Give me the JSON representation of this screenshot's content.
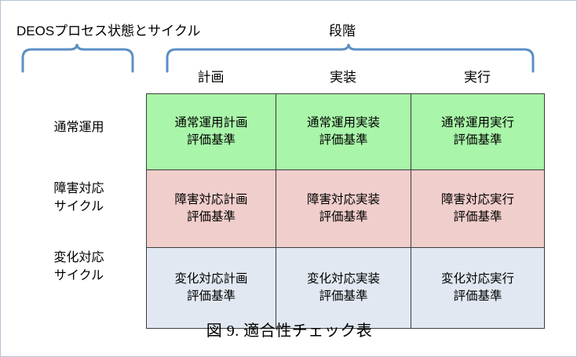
{
  "figure": {
    "caption": "図 9. 適合性チェック表",
    "border_color": "#b6c3d4",
    "brace_color": "#5b8fc4"
  },
  "groups": {
    "left_label": "DEOSプロセス状態とサイクル",
    "right_label": "段階"
  },
  "matrix": {
    "column_headers": [
      "計画",
      "実装",
      "実行"
    ],
    "row_headers": [
      {
        "lines": [
          "通常運用"
        ]
      },
      {
        "lines": [
          "障害対応",
          "サイクル"
        ]
      },
      {
        "lines": [
          "変化対応",
          "サイクル"
        ]
      }
    ],
    "row_colors": [
      "#a9f5a9",
      "#f0cecb",
      "#e1e8f2"
    ],
    "cells": [
      [
        {
          "lines": [
            "通常運用計画",
            "評価基準"
          ]
        },
        {
          "lines": [
            "通常運用実装",
            "評価基準"
          ]
        },
        {
          "lines": [
            "通常運用実行",
            "評価基準"
          ]
        }
      ],
      [
        {
          "lines": [
            "障害対応計画",
            "評価基準"
          ]
        },
        {
          "lines": [
            "障害対応実装",
            "評価基準"
          ]
        },
        {
          "lines": [
            "障害対応実行",
            "評価基準"
          ]
        }
      ],
      [
        {
          "lines": [
            "変化対応計画",
            "評価基準"
          ]
        },
        {
          "lines": [
            "変化対応実装",
            "評価基準"
          ]
        },
        {
          "lines": [
            "変化対応実行",
            "評価基準"
          ]
        }
      ]
    ]
  }
}
